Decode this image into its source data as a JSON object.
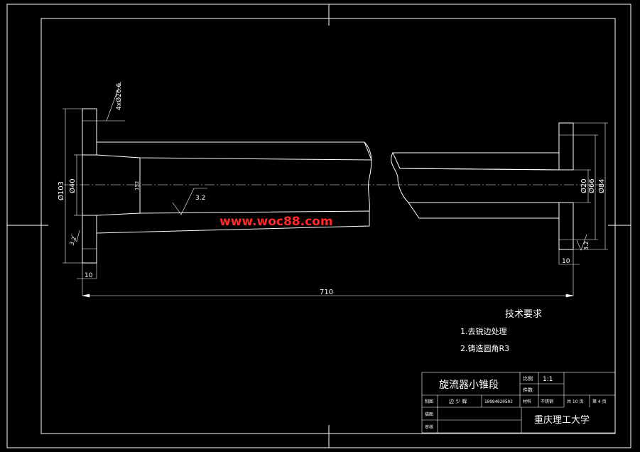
{
  "drawing": {
    "dims": {
      "bolt_holes": "4xØ26.6",
      "flange_dia_left": "Ø103",
      "bore_dia_left": "Ø40",
      "taper_span": "152",
      "roughness_main": "3.2",
      "roughness_left": "3.2",
      "flange_thk_left": "10",
      "total_length": "710",
      "bore_dia_right": "Ø20",
      "flange_dia_right_inner": "Ø66",
      "flange_dia_right_outer": "Ø84",
      "roughness_right": "3.2",
      "flange_thk_right": "10"
    },
    "watermark": "www.woc88.com"
  },
  "requirements": {
    "title": "技术要求",
    "items": [
      "1.去锐边处理",
      "2.铸造圆角R3"
    ]
  },
  "title_block": {
    "part_name": "旋流器小锥段",
    "scale_label": "比例",
    "scale_value": "1:1",
    "quantity_label": "件数",
    "drawn_label": "制图",
    "drawn_name": "边 少 辉",
    "drawn_id": "10984020502",
    "material_label": "材料",
    "material_value": "不锈钢",
    "sheet_total": "共 10 页",
    "sheet_no": "第 4 页",
    "design_label": "描图",
    "check_label": "审核",
    "school": "重庆理工大学"
  }
}
